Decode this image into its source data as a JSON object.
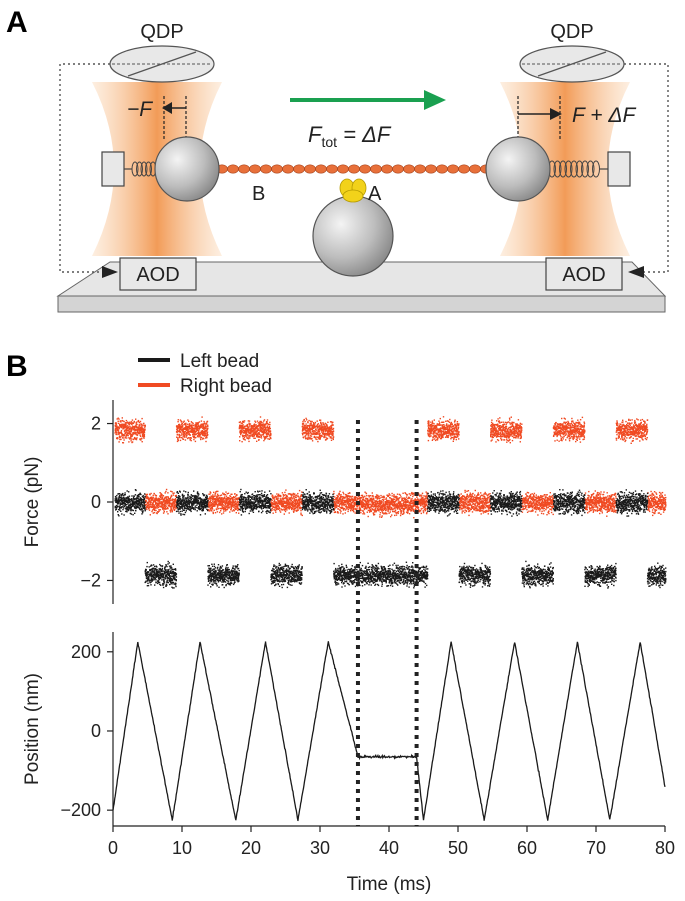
{
  "panel_a": {
    "letter": "A",
    "qdp_left": "QDP",
    "qdp_right": "QDP",
    "force_left": "−F",
    "force_right": "F + ΔF",
    "force_total": "F",
    "force_total_sub": "tot",
    "force_total_rhs": " = ΔF",
    "label_b": "B",
    "label_a": "A",
    "aod_left": "AOD",
    "aod_right": "AOD",
    "arrow_color": "#1aa050",
    "trap_color": "#f08a3a",
    "bead_chain_color": "#e8703a",
    "protein_color": "#f2d21a"
  },
  "panel_b": {
    "letter": "B",
    "legend": [
      {
        "label": "Left bead",
        "color": "#1a1a1a"
      },
      {
        "label": "Right bead",
        "color": "#f04a22"
      }
    ]
  },
  "chart_data": [
    {
      "type": "scatter",
      "ylabel": "Force (pN)",
      "xlabel": "",
      "xlim": [
        0,
        80
      ],
      "ylim": [
        -2.6,
        2.6
      ],
      "yticks": [
        "2",
        "0",
        "−2"
      ],
      "ytick_values": [
        2,
        0,
        -2
      ],
      "period_ms": 9.1,
      "pause_window_ms": [
        35.5,
        44.0
      ],
      "series": [
        {
          "name": "Left bead",
          "color": "#1a1a1a",
          "levels_pN": [
            0,
            -1.85
          ],
          "pause_level_pN": -1.85
        },
        {
          "name": "Right bead",
          "color": "#f04a22",
          "levels_pN": [
            1.85,
            0
          ],
          "pause_level_pN": -0.05
        }
      ]
    },
    {
      "type": "line",
      "ylabel": "Position (nm)",
      "xlabel": "Time (ms)",
      "xlim": [
        0,
        80
      ],
      "ylim": [
        -240,
        250
      ],
      "xticks": [
        "0",
        "10",
        "20",
        "30",
        "40",
        "50",
        "60",
        "70",
        "80"
      ],
      "xtick_values": [
        0,
        10,
        20,
        30,
        40,
        50,
        60,
        70,
        80
      ],
      "yticks": [
        "200",
        "0",
        "−200"
      ],
      "ytick_values": [
        200,
        0,
        -200
      ],
      "series": [
        {
          "color": "#1a1a1a",
          "x": [
            0,
            3.6,
            8.6,
            12.6,
            17.8,
            22.1,
            26.8,
            31.2,
            35.5,
            44.0,
            45.0,
            49.0,
            53.8,
            58.2,
            63.0,
            67.3,
            72.0,
            76.4,
            80
          ],
          "y": [
            -200,
            225,
            -225,
            225,
            -225,
            225,
            -225,
            225,
            -65,
            -65,
            -225,
            225,
            -225,
            225,
            -225,
            225,
            -225,
            225,
            -140
          ]
        }
      ]
    }
  ]
}
